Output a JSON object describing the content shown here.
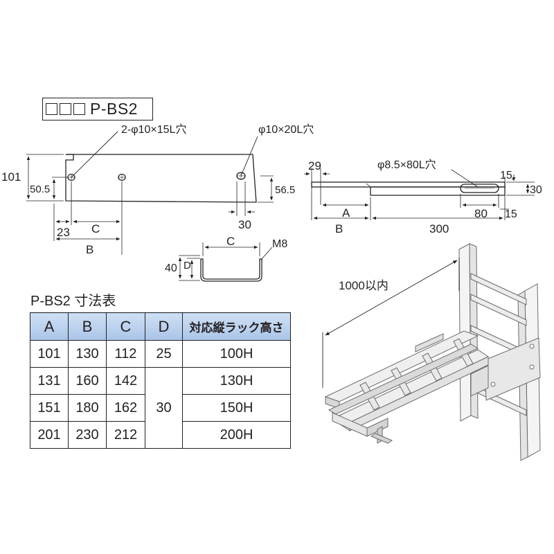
{
  "title": {
    "boxes": [
      "",
      "",
      ""
    ],
    "model": "P-BS2"
  },
  "side_view": {
    "hole_label_left": "2-φ10×15L穴",
    "hole_label_right": "φ10×20L穴",
    "dim_101": "101",
    "dim_50_5": "50.5",
    "dim_56_5": "56.5",
    "dim_23": "23",
    "dim_C": "C",
    "dim_B": "B",
    "dim_30": "30"
  },
  "channel_view": {
    "dim_C": "C",
    "dim_M8": "M8",
    "dim_40": "40",
    "dim_D": "D"
  },
  "top_view": {
    "dim_29": "29",
    "slot_label": "φ8.5×80L穴",
    "dim_15_top": "15",
    "dim_30": "30",
    "dim_A": "A",
    "dim_80": "80",
    "dim_15_bottom": "15",
    "dim_B": "B",
    "dim_300": "300"
  },
  "isometric": {
    "label": "1000以内"
  },
  "table": {
    "title": "P-BS2 寸法表",
    "headers": [
      "A",
      "B",
      "C",
      "D",
      "対応縦ラック高さ"
    ],
    "rows": [
      {
        "A": "101",
        "B": "130",
        "C": "112",
        "D": "25",
        "H": "100H"
      },
      {
        "A": "131",
        "B": "160",
        "C": "142",
        "D": "30",
        "H": "130H"
      },
      {
        "A": "151",
        "B": "180",
        "C": "162",
        "H": "150H"
      },
      {
        "A": "201",
        "B": "230",
        "C": "212",
        "H": "200H"
      }
    ]
  },
  "colors": {
    "line": "#231f20",
    "header_fill": "#b9d0ee",
    "rack_stroke": "#6b6b6b"
  }
}
